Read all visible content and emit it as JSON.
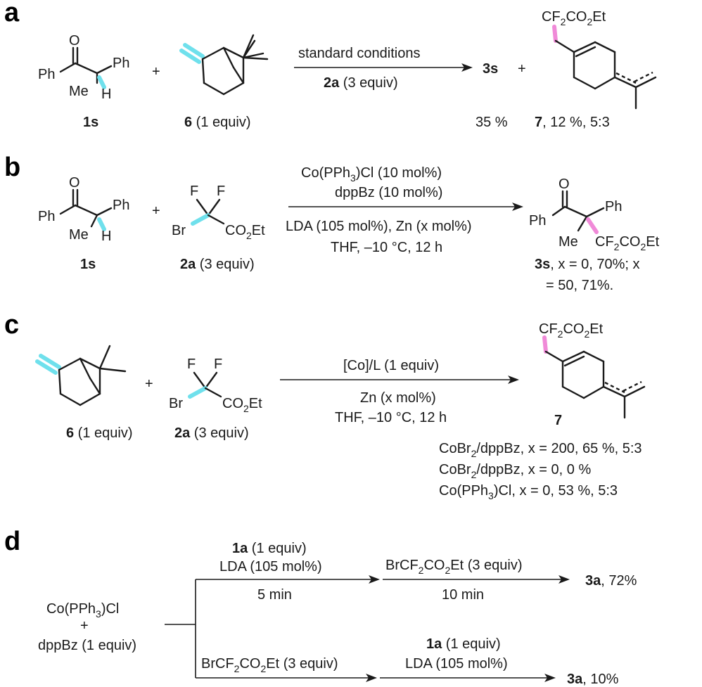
{
  "panels": {
    "a": {
      "label": "a",
      "reactant1_label": "1s",
      "reactant2_label": "6",
      "reactant2_equiv": " (1 equiv)",
      "plus": "+",
      "arrow_top": "standard conditions",
      "arrow_bottom_bold": "2a",
      "arrow_bottom_rest": " (3 equiv)",
      "product1": "3s",
      "product1_yield": "35 %",
      "product2_label": "7",
      "product2_yield": ", 12 %, 5:3"
    },
    "b": {
      "label": "b",
      "reactant1_label": "1s",
      "reactant2_label": "2a",
      "reactant2_equiv": " (3 equiv)",
      "plus": "+",
      "cond1_pre": "Co(PPh",
      "cond1_post": ")Cl (10 mol%)",
      "cond2": "dppBz (10 mol%)",
      "cond3": "LDA (105 mol%), Zn (x mol%)",
      "cond4": "THF, –10 °C, 12 h",
      "product_label": "3s",
      "product_line1": ", x = 0, 70%; x",
      "product_line2": "= 50, 71%."
    },
    "c": {
      "label": "c",
      "reactant1_label": "6",
      "reactant1_equiv": " (1 equiv)",
      "reactant2_label": "2a",
      "reactant2_equiv": " (3 equiv)",
      "plus": "+",
      "cond1": "[Co]/L (1 equiv)",
      "cond2": "Zn (x mol%)",
      "cond3": "THF, –10 °C, 12 h",
      "product_label": "7",
      "result1_pre": "CoBr",
      "result1_post": "/dppBz, x = 200, 65 %, 5:3",
      "result2_pre": "CoBr",
      "result2_post": "/dppBz, x = 0, 0 %",
      "result3_pre": "Co(PPh",
      "result3_post": ")Cl, x = 0, 53 %, 5:3"
    },
    "d": {
      "label": "d",
      "start1_pre": "Co(PPh",
      "start1_post": ")Cl",
      "start_plus": "+",
      "start2": "dppBz (1 equiv)",
      "top_step1_bold": "1a",
      "top_step1_rest": " (1 equiv)",
      "top_step1_b": "LDA (105 mol%)",
      "top_step1_time": "5 min",
      "top_step2_pre": "BrCF",
      "top_step2_mid": "CO",
      "top_step2_post": "Et (3 equiv)",
      "top_step2_time": "10 min",
      "top_product_bold": "3a",
      "top_product_yield": ", 72%",
      "bottom_step1_pre": "BrCF",
      "bottom_step1_mid": "CO",
      "bottom_step1_post": "Et (3 equiv)",
      "bottom_step2_bold": "1a",
      "bottom_step2_rest": " (1 equiv)",
      "bottom_step2_b": "LDA (105 mol%)",
      "bottom_product_bold": "3a",
      "bottom_product_yield": ", 10%"
    }
  },
  "atoms": {
    "O": "O",
    "Ph": "Ph",
    "Me": "Me",
    "H": "H",
    "F": "F",
    "Br": "Br",
    "CO2Et_pre": "CO",
    "CO2Et_post": "Et",
    "CF2CO2Et_a": "CF",
    "CF2CO2Et_b": "CO",
    "CF2CO2Et_c": "Et",
    "sub2": "2",
    "sub3": "3"
  }
}
